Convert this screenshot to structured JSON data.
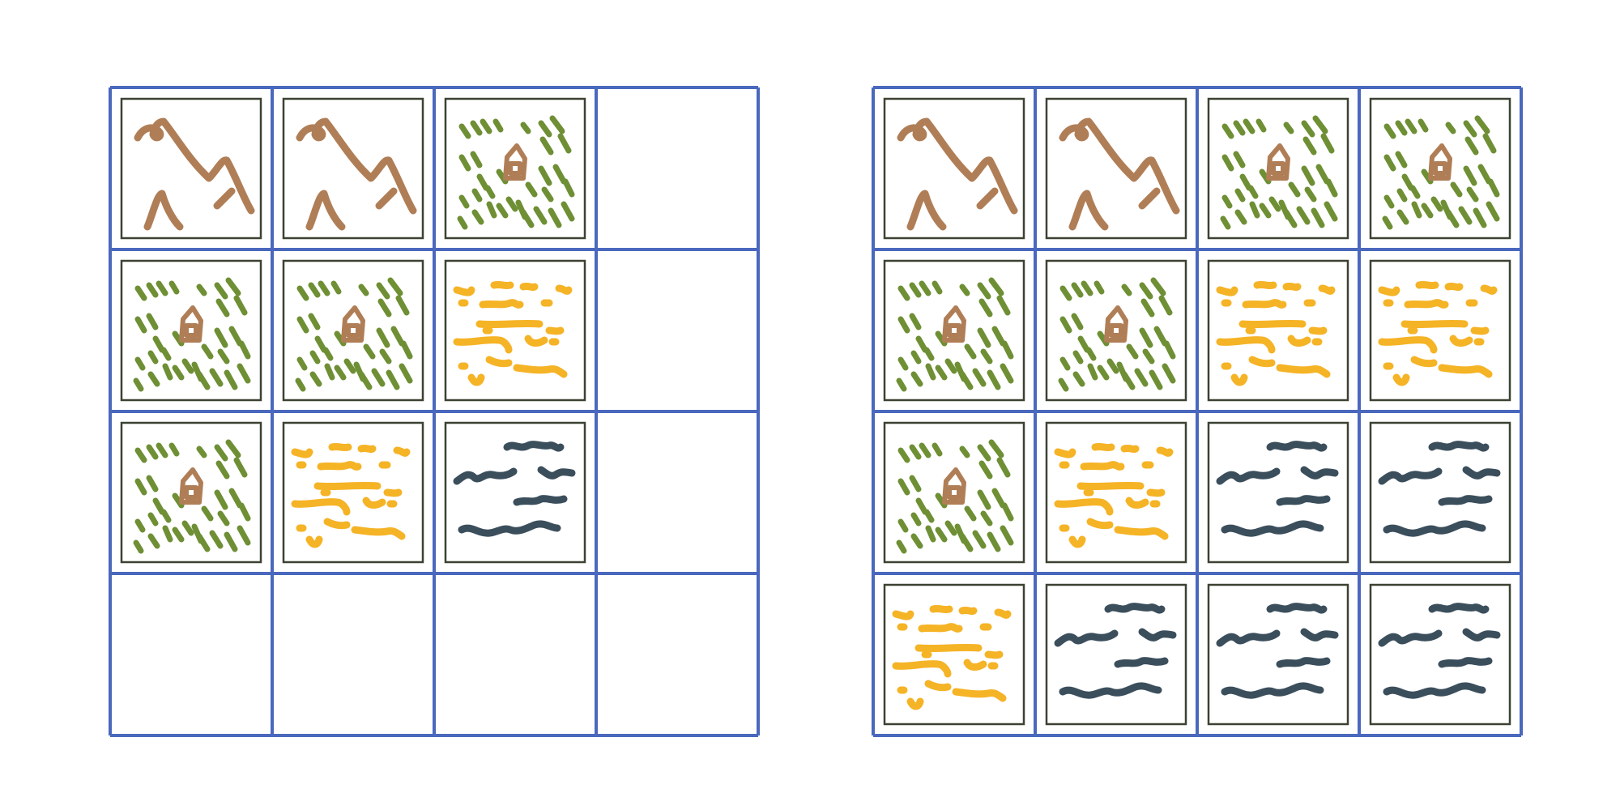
{
  "colors": {
    "grid_line": "#4a68bd",
    "tile_border": "#3c4232",
    "mountain": "#b07e56",
    "forest": "#6f8f35",
    "house": "#b07e56",
    "desert": "#f5b326",
    "water": "#3b4e5c",
    "background": "#ffffff"
  },
  "tile_types": [
    "mountain",
    "forest",
    "desert",
    "water"
  ],
  "boards": [
    {
      "id": "left",
      "rows": 4,
      "cols": 4,
      "cells": [
        [
          "mountain",
          "mountain",
          "forest",
          null
        ],
        [
          "forest",
          "forest",
          "desert",
          null
        ],
        [
          "forest",
          "desert",
          "water",
          null
        ],
        [
          null,
          null,
          null,
          null
        ]
      ]
    },
    {
      "id": "right",
      "rows": 4,
      "cols": 4,
      "cells": [
        [
          "mountain",
          "mountain",
          "forest",
          "forest"
        ],
        [
          "forest",
          "forest",
          "desert",
          "desert"
        ],
        [
          "forest",
          "desert",
          "water",
          "water"
        ],
        [
          "desert",
          "water",
          "water",
          "water"
        ]
      ]
    }
  ]
}
